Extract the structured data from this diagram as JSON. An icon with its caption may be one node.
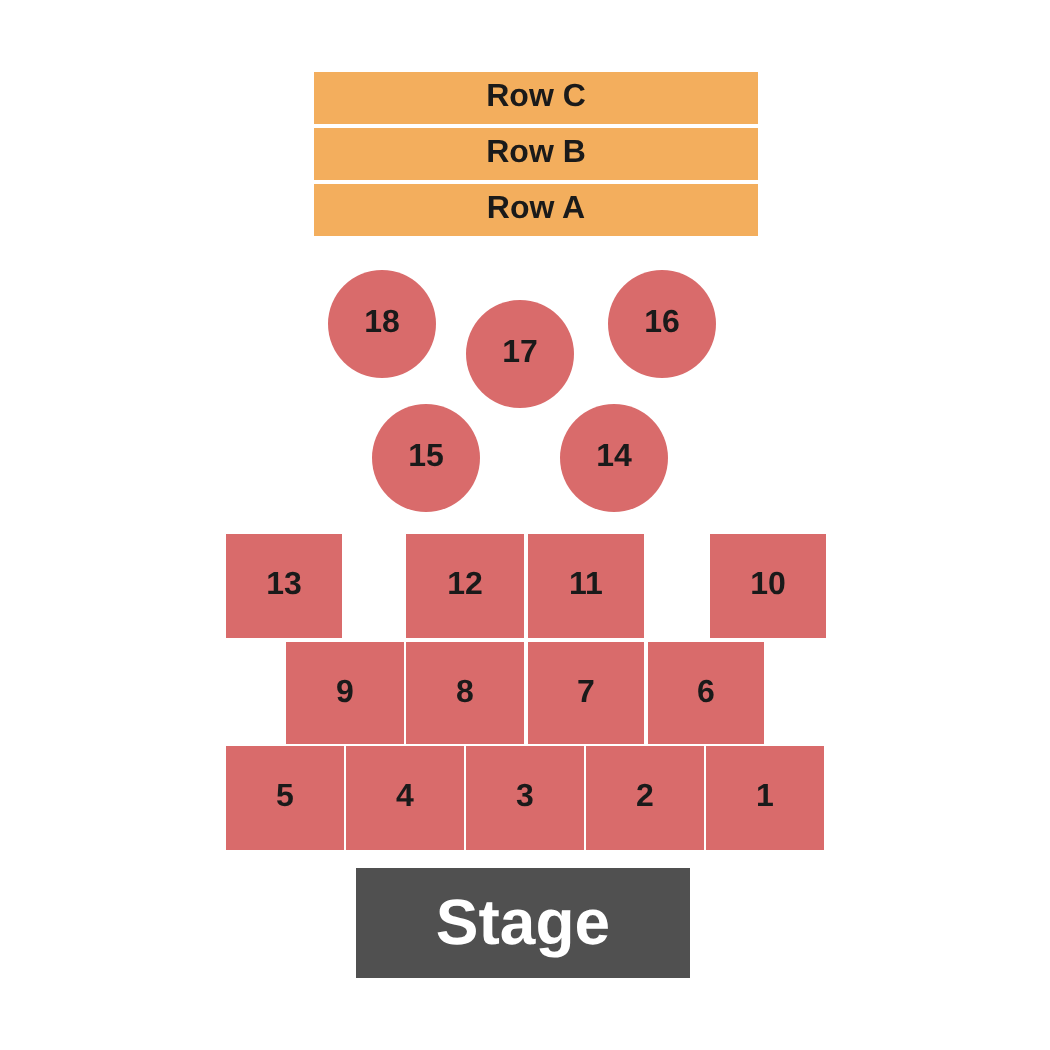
{
  "diagram": {
    "nodes": [
      {
        "text": [
          "Row C"
        ]
      },
      {
        "text": [
          "Row B"
        ]
      },
      {
        "text": [
          "Row A"
        ]
      },
      {
        "text": [
          "18"
        ]
      },
      {
        "text": [
          "17"
        ]
      },
      {
        "text": [
          "16"
        ]
      },
      {
        "text": [
          "15"
        ]
      },
      {
        "text": [
          "14"
        ]
      },
      {
        "text": [
          "13"
        ]
      },
      {
        "text": [
          "12"
        ]
      },
      {
        "text": [
          "11"
        ]
      },
      {
        "text": [
          "10"
        ]
      },
      {
        "text": [
          "9"
        ]
      },
      {
        "text": [
          "8"
        ]
      },
      {
        "text": [
          "7"
        ]
      },
      {
        "text": [
          "6"
        ]
      },
      {
        "text": [
          "5"
        ]
      },
      {
        "text": [
          "4"
        ]
      },
      {
        "text": [
          "3"
        ]
      },
      {
        "text": [
          "2"
        ]
      },
      {
        "text": [
          "1"
        ]
      },
      {
        "text": [
          "Stage"
        ]
      }
    ]
  }
}
